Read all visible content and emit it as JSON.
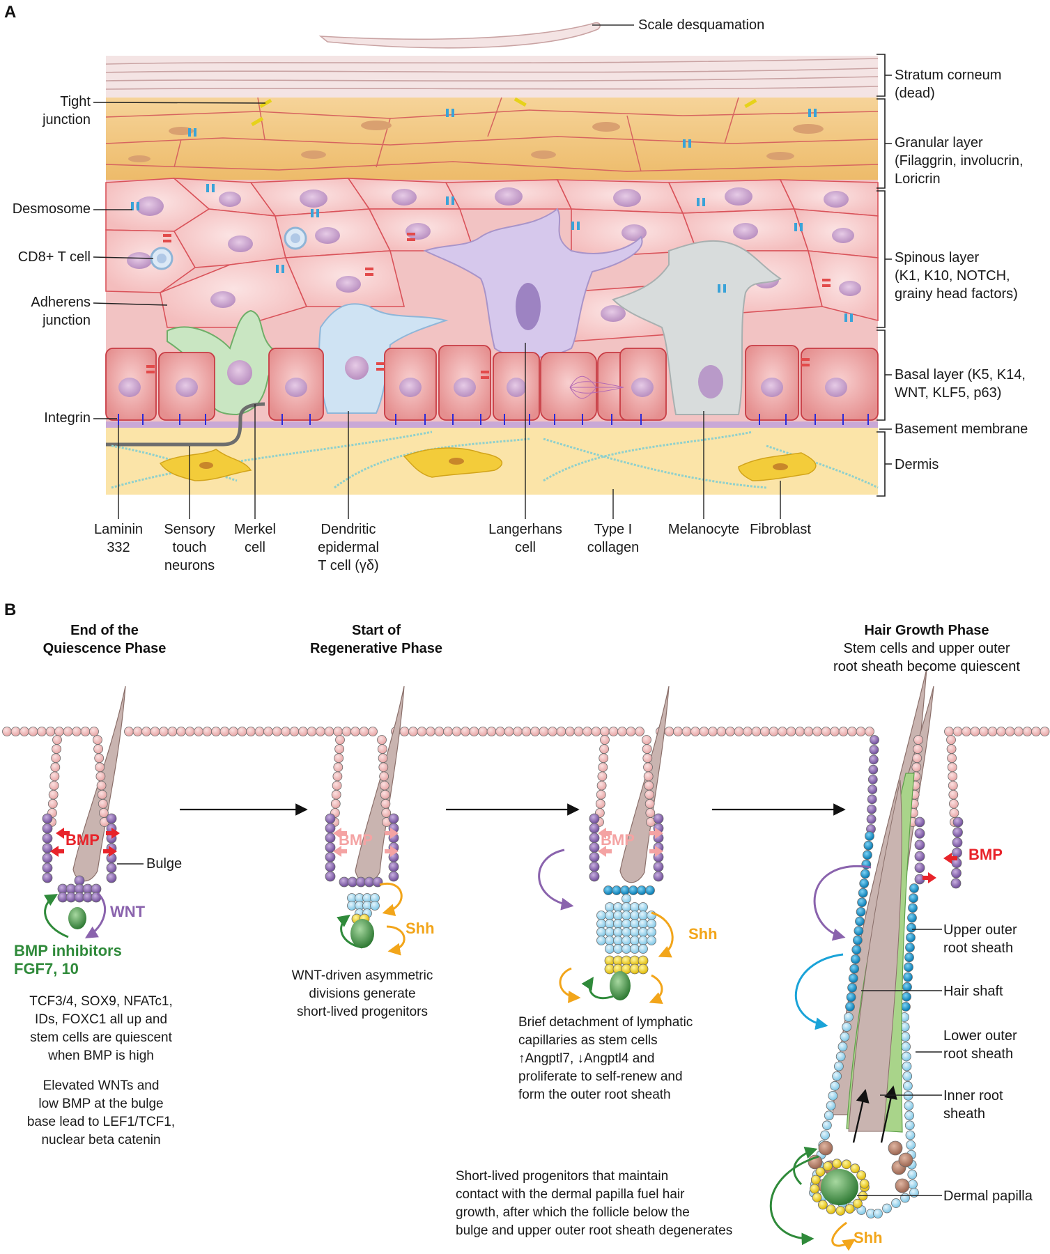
{
  "panels": {
    "a": "A",
    "b": "B"
  },
  "panel_a": {
    "top_label": "Scale desquamation",
    "left_labels": [
      "Tight\njunction",
      "Desmosome",
      "CD8+ T cell",
      "Adherens\njunction",
      "Integrin"
    ],
    "right_labels": [
      "Stratum corneum\n(dead)",
      "Granular layer\n(Filaggrin, involucrin,\nLoricrin",
      "Spinous layer\n(K1, K10, NOTCH,\ngrainy head factors)",
      "Basal layer (K5, K14,\nWNT, KLF5, p63)",
      "Basement membrane",
      "Dermis"
    ],
    "bottom_labels": [
      "Laminin\n332",
      "Sensory\ntouch\nneurons",
      "Merkel\ncell",
      "Dendritic\nepidermal\nT cell (γδ)",
      "Langerhans\ncell",
      "Type I\ncollagen",
      "Melanocyte",
      "Fibroblast"
    ]
  },
  "panel_b": {
    "phase1": {
      "title": "End of the\nQuiescence Phase"
    },
    "phase2": {
      "title": "Start of\nRegenerative Phase"
    },
    "phase3": {
      "title": "Hair Growth Phase",
      "subtitle": "Stem cells and upper outer\nroot sheath become quiescent"
    },
    "signals": {
      "bmp": "BMP",
      "wnt": "WNT",
      "shh": "Shh",
      "bmp_inhibitors": "BMP inhibitors\nFGF7, 10"
    },
    "bulge_label": "Bulge",
    "notes": {
      "n1a": "TCF3/4, SOX9, NFATc1,\nIDs, FOXC1 all up and\nstem cells are quiescent\nwhen BMP is high",
      "n1b": "Elevated WNTs and\nlow BMP at the bulge\nbase lead to LEF1/TCF1,\nnuclear beta catenin",
      "n2": "WNT-driven asymmetric\ndivisions generate\nshort-lived progenitors",
      "n3": "Brief detachment of lymphatic\ncapillaries as stem cells\n↑Angptl7, ↓Angptl4 and\nproliferate to self-renew and\nform the outer root sheath",
      "n4": "Short-lived progenitors that maintain\ncontact with the dermal papilla fuel hair\ngrowth, after which the follicle below the\nbulge and upper outer root sheath degenerates"
    },
    "follicle_labels": [
      "Upper outer\nroot sheath",
      "Hair shaft",
      "Lower outer\nroot sheath",
      "Inner root\nsheath",
      "Dermal papilla"
    ]
  },
  "colors": {
    "bmp": "#e8232a",
    "bmp_faded": "#f4a3a3",
    "wnt": "#8a63ad",
    "shh": "#f2a51a",
    "inhibitor": "#2f8a3a",
    "stem": "#7f5aa6",
    "progenitor": "#9fd7ef",
    "papilla": "#3f9a3f"
  }
}
